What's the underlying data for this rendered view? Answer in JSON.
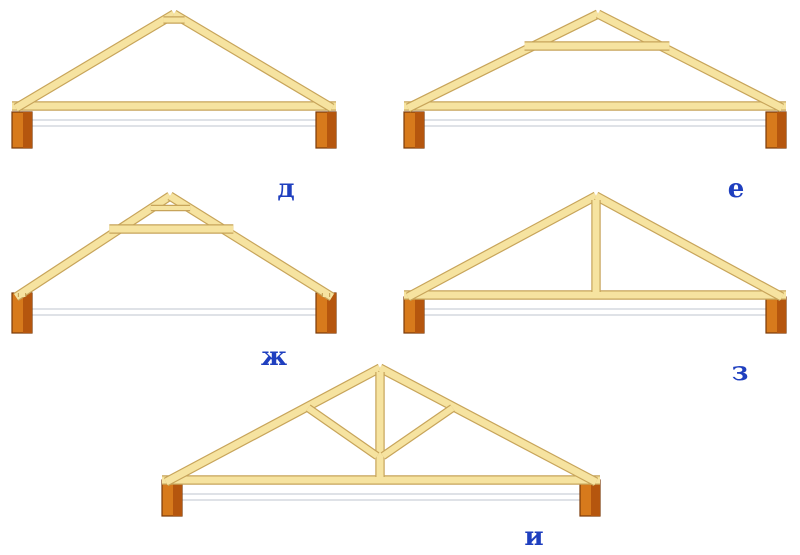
{
  "colors": {
    "timber": "#f6e3a0",
    "timber_edge": "#c7a45a",
    "wall": "#d77a1c",
    "label": "#1f3fbf"
  },
  "trusses": [
    {
      "id": "d",
      "label": "д",
      "type": "simple"
    },
    {
      "id": "e",
      "label": "е",
      "type": "collar-high"
    },
    {
      "id": "zh",
      "label": "ж",
      "type": "collar-top"
    },
    {
      "id": "z",
      "label": "з",
      "type": "king-post"
    },
    {
      "id": "i",
      "label": "и",
      "type": "king-post-struts"
    }
  ]
}
